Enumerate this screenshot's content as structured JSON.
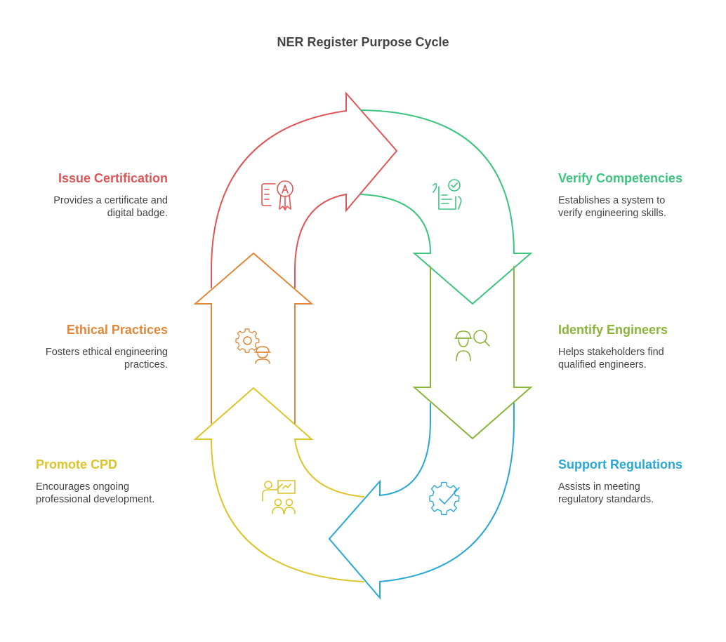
{
  "title": "NER Register Purpose Cycle",
  "colors": {
    "issue": "#e05555",
    "verify": "#3dc47e",
    "identify": "#8ab43a",
    "support": "#2aa7d4",
    "promote": "#dcc42a",
    "ethical": "#e0883a"
  },
  "stages": {
    "issue": {
      "heading": "Issue Certification",
      "desc_line1": "Provides a certificate and",
      "desc_line2": "digital badge.",
      "icon": "certificate-icon"
    },
    "verify": {
      "heading": "Verify Competencies",
      "desc_line1": "Establishes a system to",
      "desc_line2": "verify engineering skills.",
      "icon": "checklist-icon"
    },
    "identify": {
      "heading": "Identify Engineers",
      "desc_line1": "Helps stakeholders find",
      "desc_line2": "qualified engineers.",
      "icon": "engineer-search-icon"
    },
    "support": {
      "heading": "Support Regulations",
      "desc_line1": "Assists in meeting",
      "desc_line2": "regulatory standards.",
      "icon": "gear-check-icon"
    },
    "promote": {
      "heading": "Promote CPD",
      "desc_line1": "Encourages ongoing",
      "desc_line2": "professional development.",
      "icon": "presentation-icon"
    },
    "ethical": {
      "heading": "Ethical Practices",
      "desc_line1": "Fosters ethical engineering",
      "desc_line2": "practices.",
      "icon": "gear-engineer-icon"
    }
  }
}
